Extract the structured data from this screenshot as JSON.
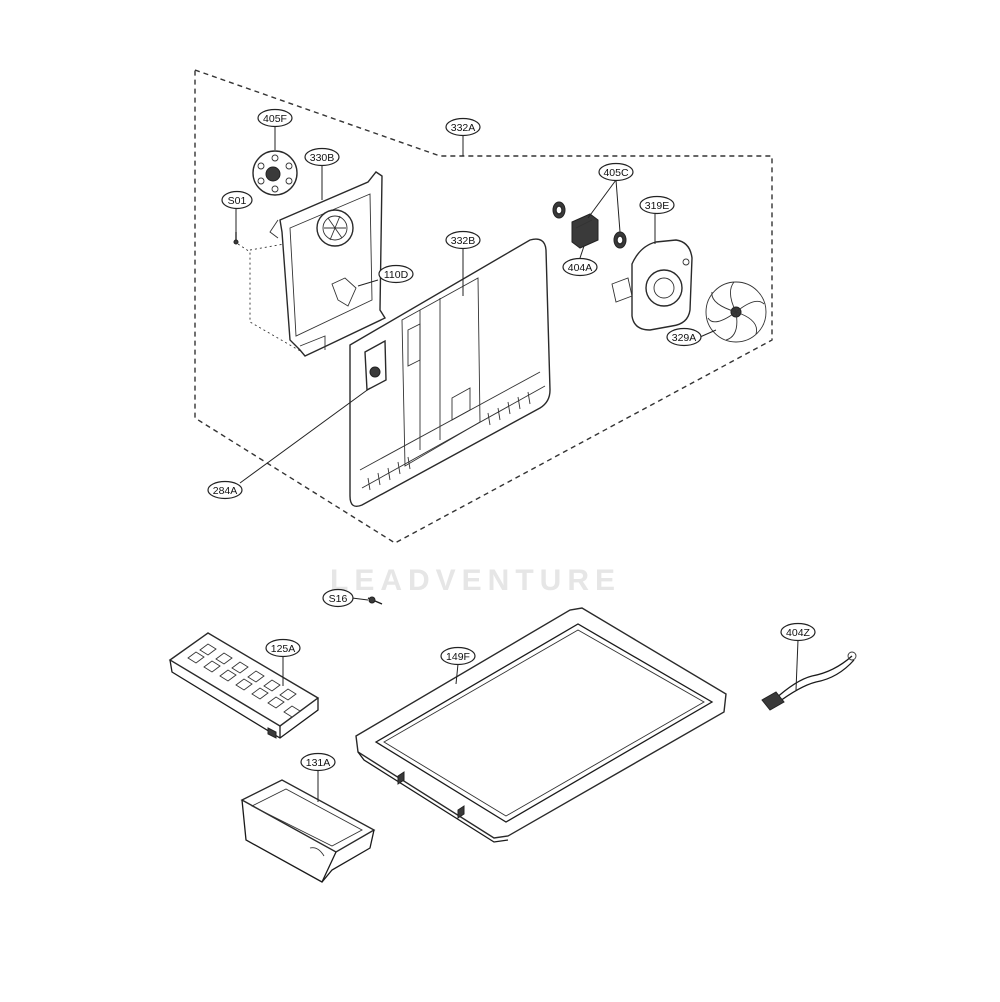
{
  "diagram": {
    "watermark": "LEADVENTURE",
    "callouts": [
      {
        "id": "405F",
        "label": "405F"
      },
      {
        "id": "330B",
        "label": "330B"
      },
      {
        "id": "332A",
        "label": "332A"
      },
      {
        "id": "S01",
        "label": "S01"
      },
      {
        "id": "405C",
        "label": "405C"
      },
      {
        "id": "319E",
        "label": "319E"
      },
      {
        "id": "332B",
        "label": "332B"
      },
      {
        "id": "110D",
        "label": "110D"
      },
      {
        "id": "404A",
        "label": "404A"
      },
      {
        "id": "329A",
        "label": "329A"
      },
      {
        "id": "284A",
        "label": "284A"
      },
      {
        "id": "S16",
        "label": "S16"
      },
      {
        "id": "125A",
        "label": "125A"
      },
      {
        "id": "149F",
        "label": "149F"
      },
      {
        "id": "404Z",
        "label": "404Z"
      },
      {
        "id": "131A",
        "label": "131A"
      }
    ]
  }
}
